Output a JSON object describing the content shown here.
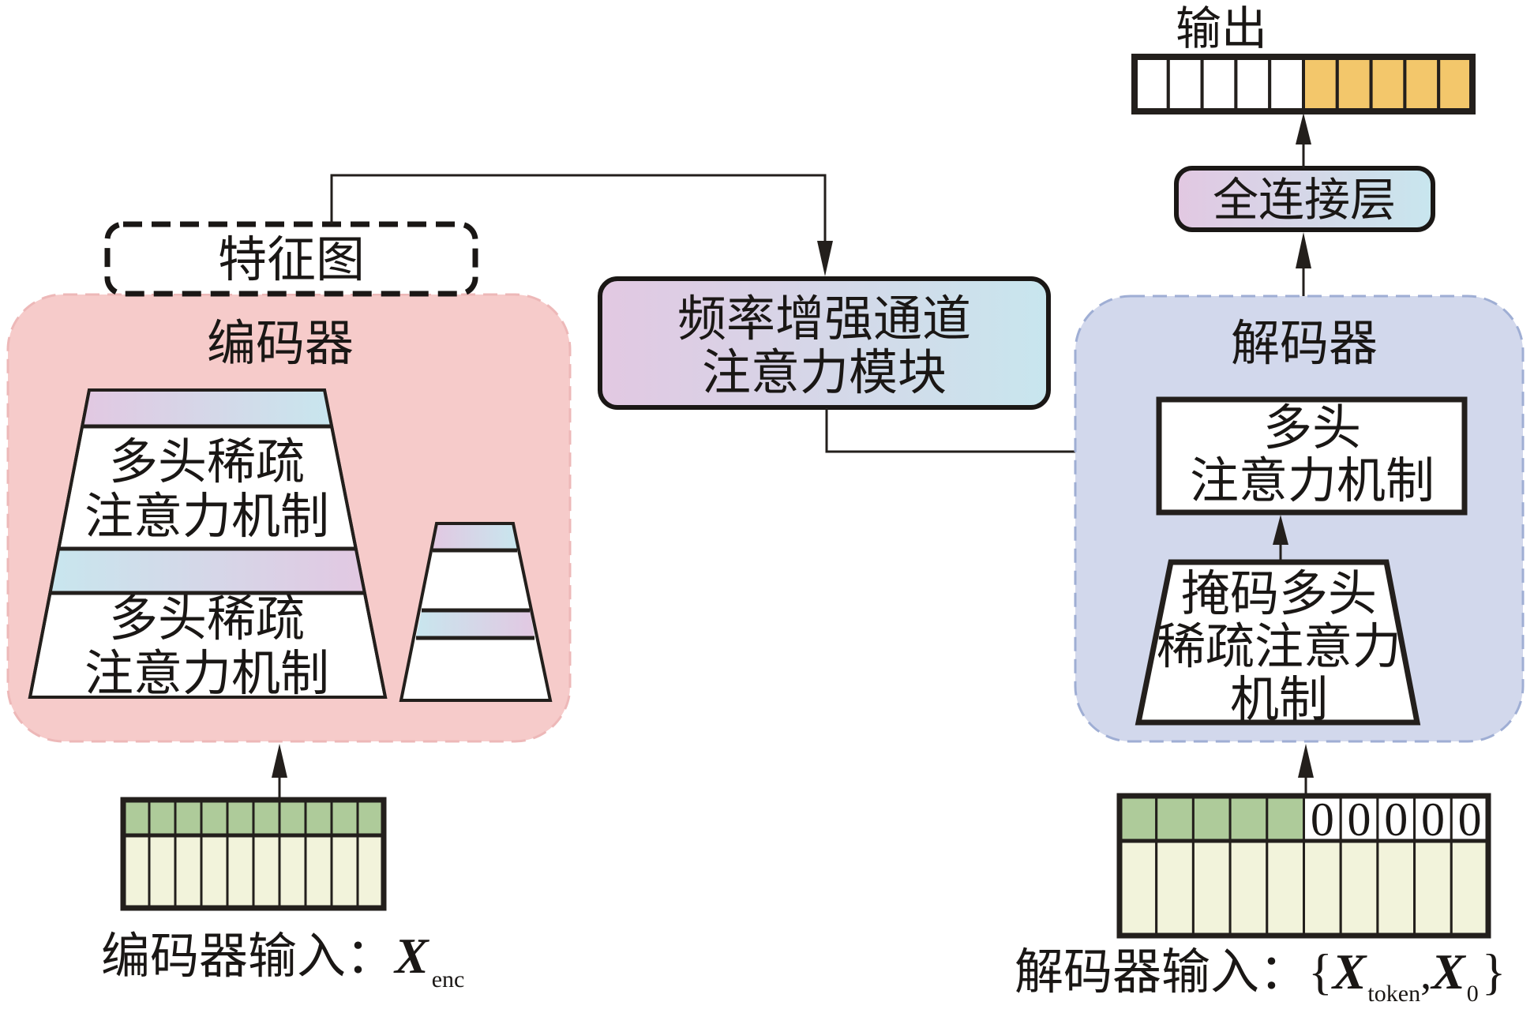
{
  "diagram": {
    "encoder": {
      "title": "编码器",
      "block_label_line1": "多头稀疏",
      "block_label_line2": "注意力机制",
      "stacked_blocks": 2,
      "container_color": "#F6CBCA"
    },
    "feature_map": {
      "label": "特征图"
    },
    "fecam": {
      "label_line1": "频率增强通道",
      "label_line2": "注意力模块"
    },
    "decoder": {
      "title": "解码器",
      "attention_line1": "多头",
      "attention_line2": "注意力机制",
      "masked_line1": "掩码多头",
      "masked_line2": "稀疏注意力",
      "masked_line3": "机制",
      "container_color": "#D2D8EC"
    },
    "fc_layer": {
      "label": "全连接层"
    },
    "output": {
      "label": "输出",
      "cells": 10,
      "highlighted_cells": 5,
      "highlight_color": "#F3C76B"
    },
    "encoder_input": {
      "label_prefix": "编码器输入：",
      "symbol": "X",
      "subscript": "enc",
      "cells": 10,
      "token_color": "#AECB9A",
      "value_color": "#F2F3DB"
    },
    "decoder_input": {
      "label_prefix": "解码器输入：",
      "open_brace": "{",
      "symbol1": "X",
      "subscript1": "token",
      "separator": ",",
      "symbol2": "X",
      "subscript2": "0",
      "close_brace": "}",
      "cells": 10,
      "token_cells": 5,
      "zero_value": "0"
    },
    "gradient": {
      "from": "#E2C8E2",
      "to": "#C8E6EE"
    }
  }
}
